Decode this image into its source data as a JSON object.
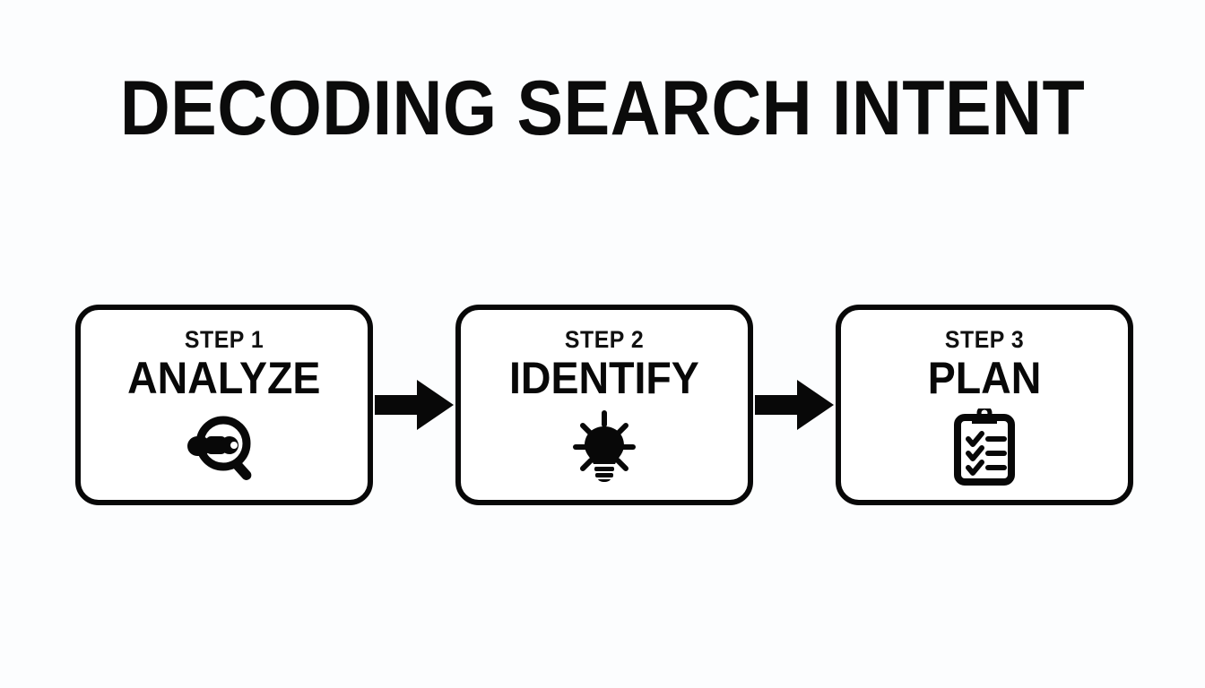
{
  "page": {
    "title": "DECODING SEARCH INTENT",
    "background_color": "#fcfdfe",
    "ink_color": "#080808"
  },
  "flow": {
    "arrow_1": {
      "icon": "arrow-right-icon"
    },
    "arrow_2": {
      "icon": "arrow-right-icon"
    },
    "steps": [
      {
        "eyebrow": "STEP 1",
        "title": "ANALYZE",
        "icon": "magnifying-glass-icon"
      },
      {
        "eyebrow": "STEP 2",
        "title": "IDENTIFY",
        "icon": "lightbulb-icon"
      },
      {
        "eyebrow": "STEP 3",
        "title": "PLAN",
        "icon": "clipboard-checklist-icon"
      }
    ]
  }
}
